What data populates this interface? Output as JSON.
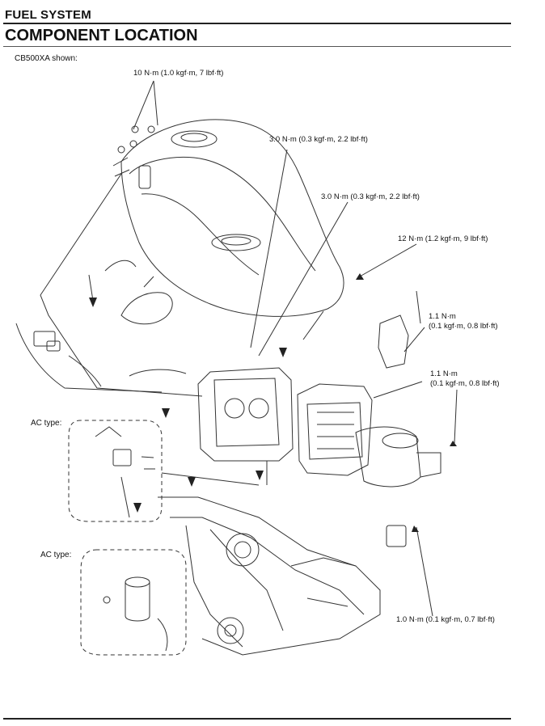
{
  "header": {
    "section": "FUEL SYSTEM",
    "title": "COMPONENT LOCATION",
    "model_note": "CB500XA shown:"
  },
  "torque_callouts": {
    "t1": "10 N·m (1.0 kgf·m, 7 lbf·ft)",
    "t2": "3.0 N·m (0.3 kgf·m, 2.2 lbf·ft)",
    "t3": "3.0 N·m (0.3 kgf·m, 2.2 lbf·ft)",
    "t4": "12 N·m (1.2 kgf·m, 9 lbf·ft)",
    "t5_line1": "1.1 N·m",
    "t5_line2": "(0.1 kgf·m, 0.8 lbf·ft)",
    "t6_line1": "1.1 N·m",
    "t6_line2": "(0.1 kgf·m, 0.8 lbf·ft)",
    "t7": "1.0 N·m (0.1 kgf·m, 0.7 lbf·ft)"
  },
  "ac_labels": {
    "upper": "AC type:",
    "lower": "AC type:"
  }
}
